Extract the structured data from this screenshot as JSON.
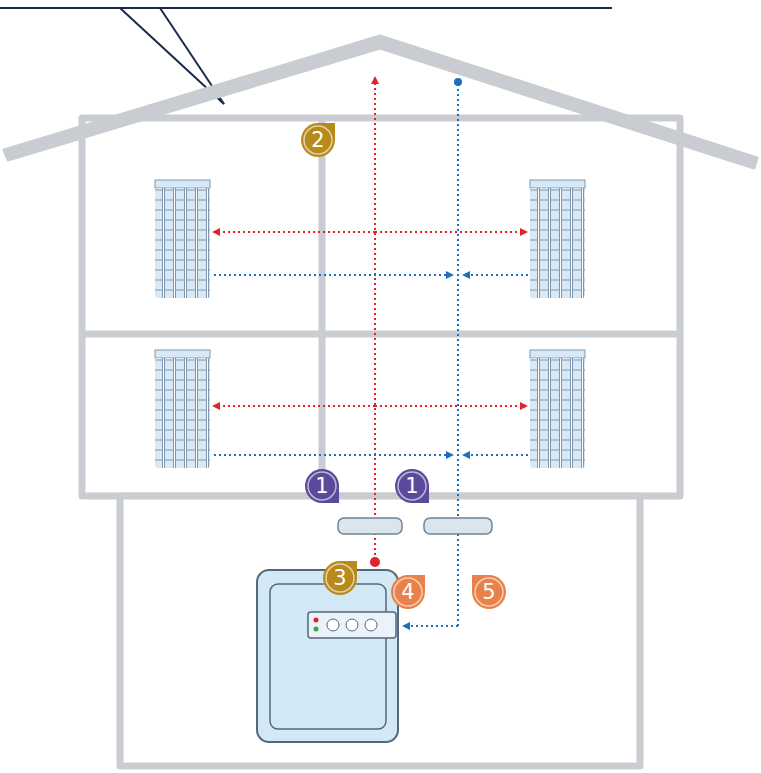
{
  "diagram": {
    "labels": [
      "2",
      "1",
      "1",
      "3",
      "4",
      "5"
    ]
  }
}
